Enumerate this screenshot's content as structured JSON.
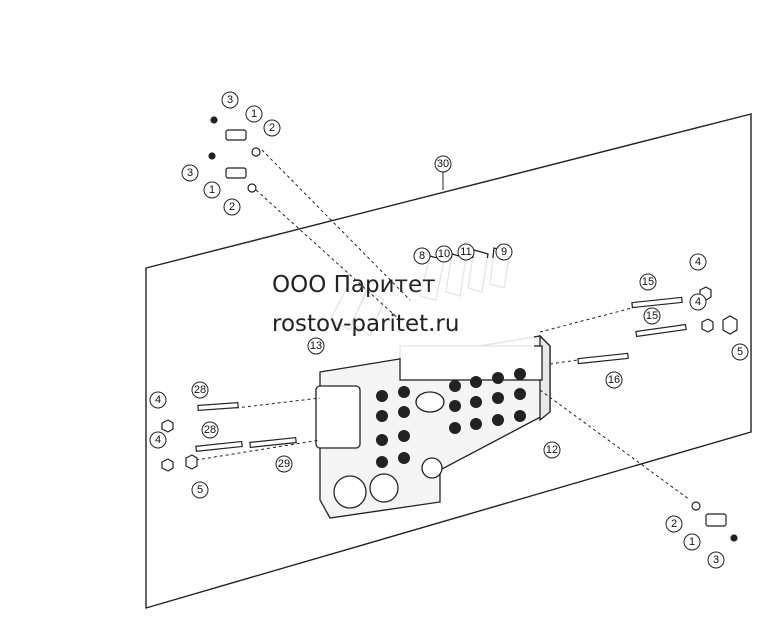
{
  "watermark": {
    "line1": "ООО Паритет",
    "line2": "rostov-paritet.ru"
  },
  "callouts": {
    "c1": "1",
    "c2": "2",
    "c3": "3",
    "c4": "4",
    "c5": "5",
    "c8": "8",
    "c9": "9",
    "c10": "10",
    "c11": "11",
    "c12": "12",
    "c13": "13",
    "c15": "15",
    "c16": "16",
    "c28": "28",
    "c29": "29",
    "c30": "30"
  },
  "colors": {
    "line": "#222222",
    "bubble_fill": "#ffffff",
    "body_fill": "#f4f4f4"
  }
}
